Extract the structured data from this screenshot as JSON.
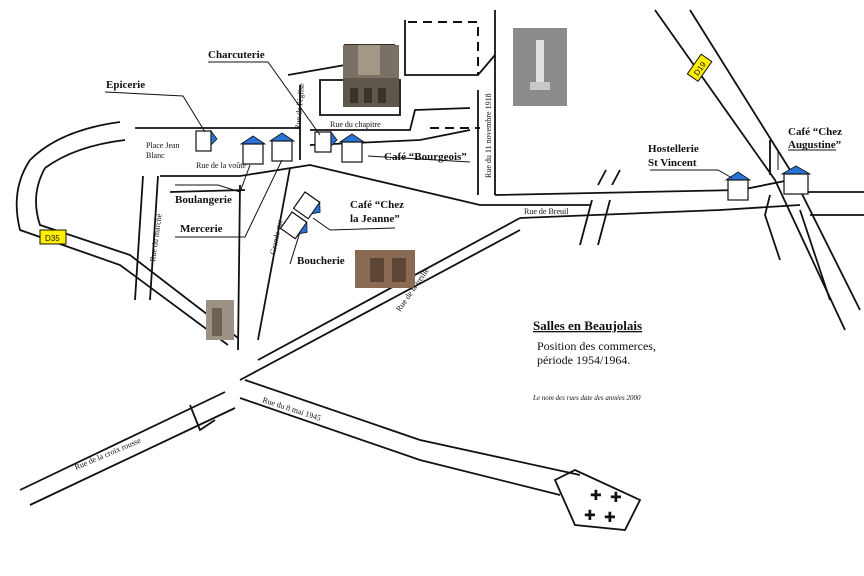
{
  "title": "Salles en Beaujolais",
  "subtitle_line1": "Position des commerces,",
  "subtitle_line2": "période 1954/1964.",
  "note": "Le nom des rues date des années 2000",
  "route_labels": {
    "d35": "D35",
    "d19": "D19"
  },
  "streets": {
    "rue_du_marche": "Rue du marché",
    "rue_de_la_voute": "Rue de la voûte",
    "place_jean_blanc_1": "Place Jean",
    "place_jean_blanc_2": "Blanc",
    "grande_rue": "Grande rue",
    "rue_de_l_eglise": "Rue de l'église",
    "rue_du_chapitre": "Rue du chapitre",
    "rue_du_11_novembre": "Rue du 11 novembre 1918",
    "rue_de_breuil": "Rue de Breuil",
    "rue_de_la_treille": "Rue de la treille",
    "rue_du_8_mai": "Rue du 8 mai 1945",
    "rue_de_la_croix_rousse": "Rue de la croix rousse"
  },
  "shops": {
    "epicerie": "Epicerie",
    "charcuterie": "Charcuterie",
    "cafe_bourgeois": "Café “Bourgeois”",
    "boulangerie": "Boulangerie",
    "mercerie": "Mercerie",
    "cafe_jeanne_1": "Café “Chez",
    "cafe_jeanne_2": "la Jeanne”",
    "boucherie": "Boucherie",
    "hostellerie_1": "Hostellerie",
    "hostellerie_2": "St Vincent",
    "cafe_augustine_1": "Café “Chez",
    "cafe_augustine_2": "Augustine”"
  },
  "colors": {
    "roof": "#2a73d8",
    "route_badge": "#ffee00"
  },
  "icons": [
    "house-icon",
    "cemetery-cross-icon",
    "church-photo",
    "monument-photo",
    "wall-photo",
    "gate-photo"
  ]
}
